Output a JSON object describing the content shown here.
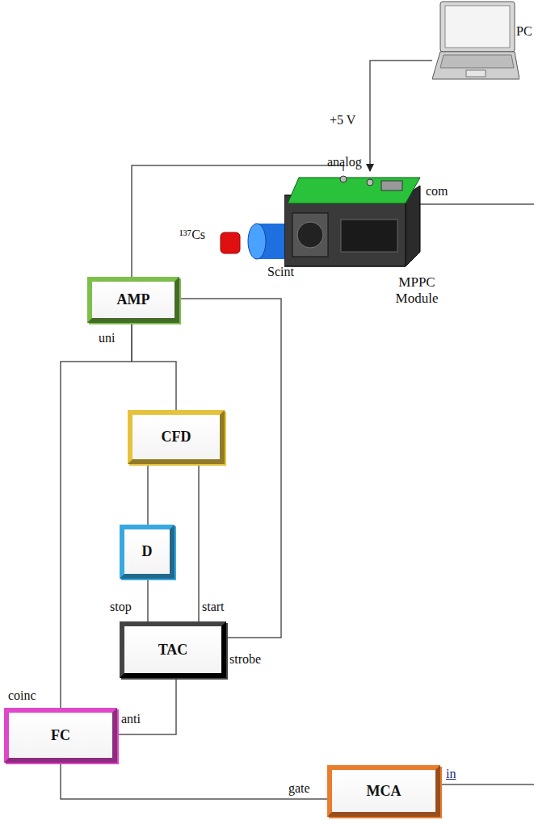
{
  "diagram": {
    "nodes": [
      {
        "text": [
          "PC"
        ]
      },
      {
        "text": [
          "MPPC Module"
        ]
      },
      {
        "text": [
          "AMP"
        ]
      },
      {
        "text": [
          "CFD"
        ]
      },
      {
        "text": [
          "D"
        ]
      },
      {
        "text": [
          "TAC"
        ]
      },
      {
        "text": [
          "FC"
        ]
      },
      {
        "text": [
          "MCA"
        ]
      }
    ],
    "edges": [
      {
        "from": 0,
        "to": 1,
        "arrow": "to",
        "label": "+5 V"
      },
      {
        "from": 1,
        "to": 2,
        "arrow": "none"
      },
      {
        "from": 2,
        "to": 3,
        "arrow": "none"
      },
      {
        "from": 2,
        "to": 6,
        "arrow": "none"
      },
      {
        "from": 3,
        "to": 4,
        "arrow": "none"
      },
      {
        "from": 4,
        "to": 5,
        "arrow": "none"
      },
      {
        "from": 3,
        "to": 5,
        "arrow": "none"
      },
      {
        "from": 5,
        "to": 2,
        "arrow": "none"
      },
      {
        "from": 5,
        "to": 6,
        "arrow": "none"
      },
      {
        "from": 6,
        "to": 7,
        "arrow": "none"
      }
    ],
    "labels": [
      "analog",
      "com",
      "¹³⁷Cs",
      "Scint",
      "uni",
      "stop",
      "start",
      "strobe",
      "coinc",
      "anti",
      "gate",
      "in"
    ]
  }
}
